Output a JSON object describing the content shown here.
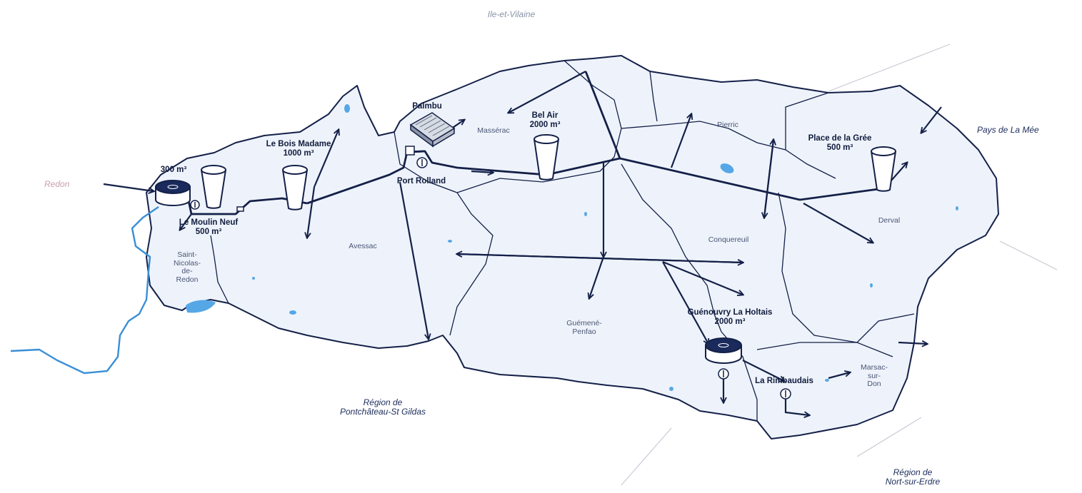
{
  "colors": {
    "territory_fill": "#eef3fb",
    "territory_stroke": "#142048",
    "network": "#142048",
    "river": "#3a8fd6",
    "lake": "#56a7e6",
    "boundary_line": "#c8ccd6"
  },
  "neighbors": {
    "north": "Ile-et-Vilaine",
    "west": "Redon",
    "east": "Pays de La Mée",
    "south_west": [
      "Région de",
      "Pontchâteau-St Gildas"
    ],
    "south_east": [
      "Région de",
      "Nort-sur-Erdre"
    ]
  },
  "communes": {
    "saint_nicolas": [
      "Saint-",
      "Nicolas-",
      "de-",
      "Redon"
    ],
    "avessac": "Avessac",
    "masserac": "Massérac",
    "pierric": "Pierric",
    "conquereuil": "Conquereuil",
    "derval": "Derval",
    "guemene": [
      "Guémené-",
      "Penfao"
    ],
    "marsac": [
      "Marsac-",
      "sur-",
      "Don"
    ]
  },
  "facilities": {
    "reservoir_300": "300 m³",
    "moulin_neuf": [
      "Le Moulin Neuf",
      "500 m³"
    ],
    "bois_madame": [
      "Le Bois Madame",
      "1000 m³"
    ],
    "palmbu": "Palmbu",
    "port_rolland": "Port Rolland",
    "bel_air": [
      "Bel Air",
      "2000 m³"
    ],
    "place_gree": [
      "Place de la Grée",
      "500 m³"
    ],
    "guenouvry": [
      "Guénouvry La Holtais",
      "2000 m³"
    ],
    "rimbaudais": "La Rimbaudais"
  },
  "icons": [
    "ground-reservoir-icon",
    "water-tower-icon",
    "water-treatment-plant-icon",
    "pumping-station-icon",
    "flow-arrow-icon"
  ]
}
